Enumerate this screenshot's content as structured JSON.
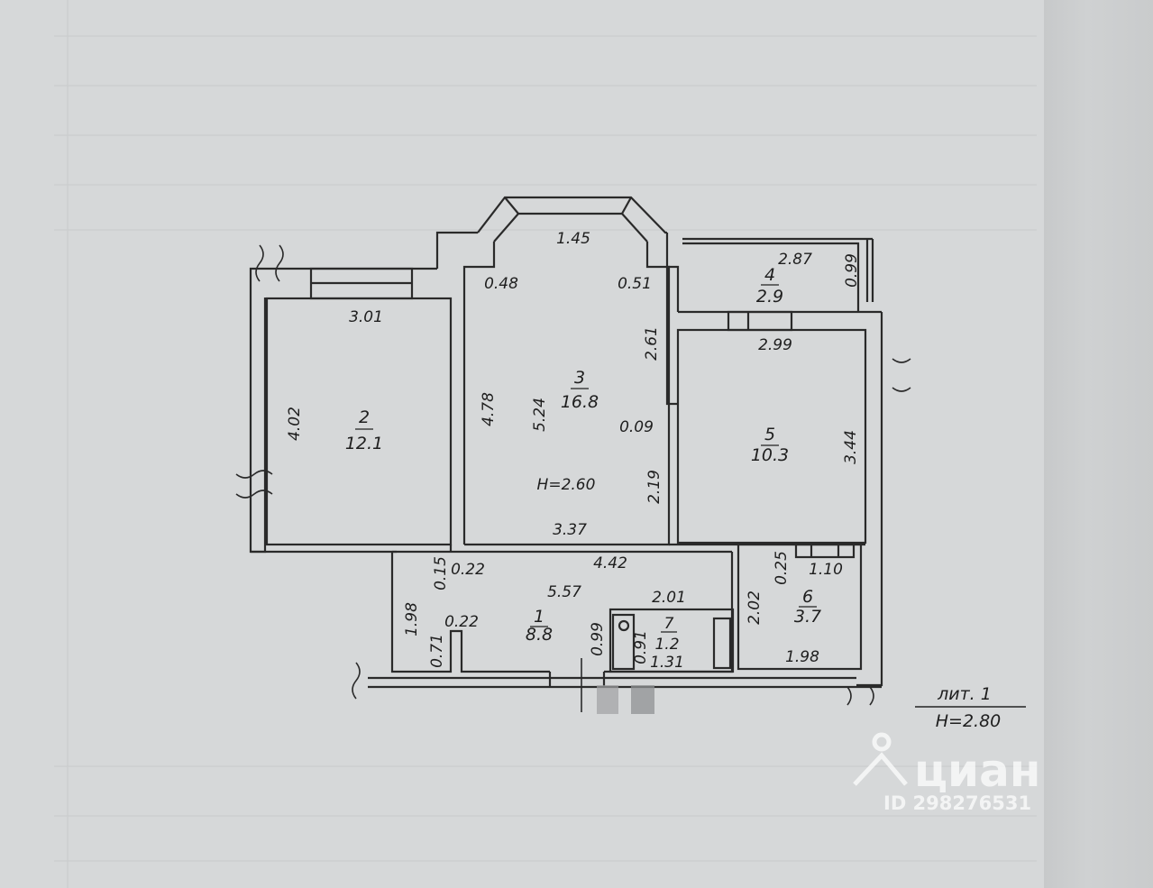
{
  "plan": {
    "rooms": [
      {
        "number": "1",
        "area": "8.8"
      },
      {
        "number": "2",
        "area": "12.1"
      },
      {
        "number": "3",
        "area": "16.8"
      },
      {
        "number": "4",
        "area": "2.9"
      },
      {
        "number": "5",
        "area": "10.3"
      },
      {
        "number": "6",
        "area": "3.7"
      },
      {
        "number": "7",
        "area": "1.2"
      }
    ],
    "dims": {
      "r3_top": "1.45",
      "r3_bay_left": "0.48",
      "r3_bay_right": "0.51",
      "r3_right_upper": "2.61",
      "r3_left": "4.78",
      "r3_inner": "5.24",
      "r3_step": "0.09",
      "r3_height": "H=2.60",
      "r3_right_lower": "2.19",
      "r3_bottom": "3.37",
      "r2_top": "3.01",
      "r2_left": "4.02",
      "r4_width": "2.87",
      "r4_depth": "0.99",
      "r5_top": "2.99",
      "r5_right": "3.44",
      "hall_0_15": "0.15",
      "hall_0_22a": "0.22",
      "hall_4_42": "4.42",
      "hall_5_57": "5.57",
      "hall_2_01": "2.01",
      "hall_1_98": "1.98",
      "hall_0_22b": "0.22",
      "hall_0_71": "0.71",
      "hall_0_99": "0.99",
      "r7_0_91": "0.91",
      "r7_1_31": "1.31",
      "r6_0_25": "0.25",
      "r6_1_10": "1.10",
      "r6_2_02": "2.02",
      "r6_1_98": "1.98"
    },
    "stamp": {
      "litera": "лит. 1",
      "height": "H=2.80"
    }
  },
  "watermark": {
    "brand": "циан",
    "listing_id": "ID 298276531"
  }
}
